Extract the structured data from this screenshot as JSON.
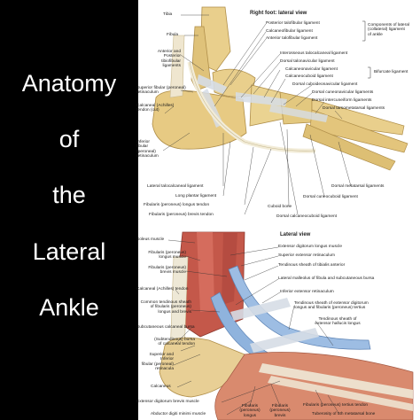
{
  "title": {
    "lines": [
      "Anatomy",
      "of",
      "the",
      "Lateral",
      "Ankle"
    ]
  },
  "top_view": {
    "heading": "Right foot: lateral view",
    "labels": {
      "tibia": "Tibia",
      "fibula": "Fibula",
      "anterior_posterior_tibiofibular": "Anterior and\nPosterior\ntibiofibular\nligaments",
      "superior_fibular_retinaculum": "Superior fibular (peroneal)\nretinaculum",
      "calcaneal_tendon_cut": "Calcaneal (Achilles)\ntendon (cut)",
      "inferior_fibular_retinaculum": "Inferior\nfibular\n(peroneal)\nretinaculum",
      "posterior_talofibular": "Posterior talofibular ligament",
      "calcaneofibular": "Calcaneofibular ligament",
      "anterior_talofibular": "Anterior talofibular ligament",
      "components_lateral_collateral": "Components of lateral\n(collateral) ligament\nof ankle",
      "interosseous_talocalcaneal": "Interosseous talocalcaneal ligament",
      "dorsal_talonavicular": "Dorsal talonavicular ligament",
      "calcaneonavicular": "Calcaneonavicular ligament",
      "calcaneocuboid": "Calcaneocuboid ligament",
      "bifurcate_ligament": "Bifurcate ligament",
      "dorsal_cuboideonavicular": "Dorsal cuboideonavicular ligament",
      "dorsal_cuneonavicular": "Dorsal cuneonavicular ligaments",
      "dorsal_intercuneiform": "Dorsal intercuneiform ligaments",
      "dorsal_tarsometatarsal": "Dorsal tarsometatarsal ligaments",
      "lateral_talocalcaneal": "Lateral talocalcaneal ligament",
      "long_plantar": "Long plantar ligament",
      "fibularis_longus_tendon": "Fibularis (peroneus) longus tendon",
      "fibularis_brevis_tendon": "Fibularis (peroneus) brevis tendon",
      "cuboid_bone": "Cuboid bone",
      "dorsal_calcaneocuboid": "Dorsal calcaneocuboid ligament",
      "dorsal_metatarsal": "Dorsal metatarsal ligaments",
      "dorsal_cuneocuboid": "Dorsal cuneocuboid ligament"
    }
  },
  "bottom_view": {
    "heading": "Lateral view",
    "labels": {
      "soleus": "Soleus muscle",
      "fibularis_longus_muscle": "Fibularis (peroneus)\nlongus muscle",
      "fibularis_brevis_muscle": "Fibularis (peroneus)\nbrevis muscle",
      "calcaneal_tendon": "Calcaneal (Achilles) tendon",
      "common_tendinous_sheath": "Common tendinous sheath\nof fibularis (peroneus)\nlongus and brevis",
      "subcutaneous_calcaneal_bursa": "Subcutaneous calcaneal bursa",
      "subtendinous_bursa": "(Subtendinous) bursa\nof calcaneal tendon",
      "superior_inferior_retinacula": "Superior and\nInferior\nfibular (peroneal)\nretinacula",
      "calcaneus": "Calcaneus",
      "extensor_digitorum_brevis_muscle": "Extensor digitorum brevis muscle",
      "abductor_digiti_minimi": "Abductor digiti minimi muscle",
      "extensor_digitorum_longus_muscle": "Extensor digitorum longus muscle",
      "superior_extensor_retinaculum": "Superior extensor retinaculum",
      "sheath_tibialis_anterior": "Tendinous sheath of tibialis anterior",
      "lateral_malleolus": "Lateral malleolus of fibula and subcutaneous bursa",
      "inferior_extensor_retinaculum": "Inferior extensor retinaculum",
      "sheath_edl_tertius": "Tendinous sheath of extensor digitorum\nlongus and fibularis (peroneus) tertius",
      "sheath_ehl": "Tendinous sheath of\nextensor hallucis longus",
      "fibularis_tertius_tendon": "Fibularis (peroneus) tertius tendon",
      "tuberosity_5th_metatarsal": "Tuberosity of 5th metatarsal bone",
      "fibularis_longus_bottom": "Fibularis\n(peroneus)\nlongus",
      "fibularis_brevis_bottom": "Fibularis\n(peroneus)\nbrevis"
    }
  },
  "colors": {
    "title_bg": "#000000",
    "title_text": "#ffffff",
    "bone": "#e9cf8c",
    "bone_shadow": "#c9a85c",
    "ligament": "#d6dde6",
    "tendon_sheath": "#8fb3dd",
    "muscle": "#c4584a",
    "tendon": "#eee8d6"
  }
}
